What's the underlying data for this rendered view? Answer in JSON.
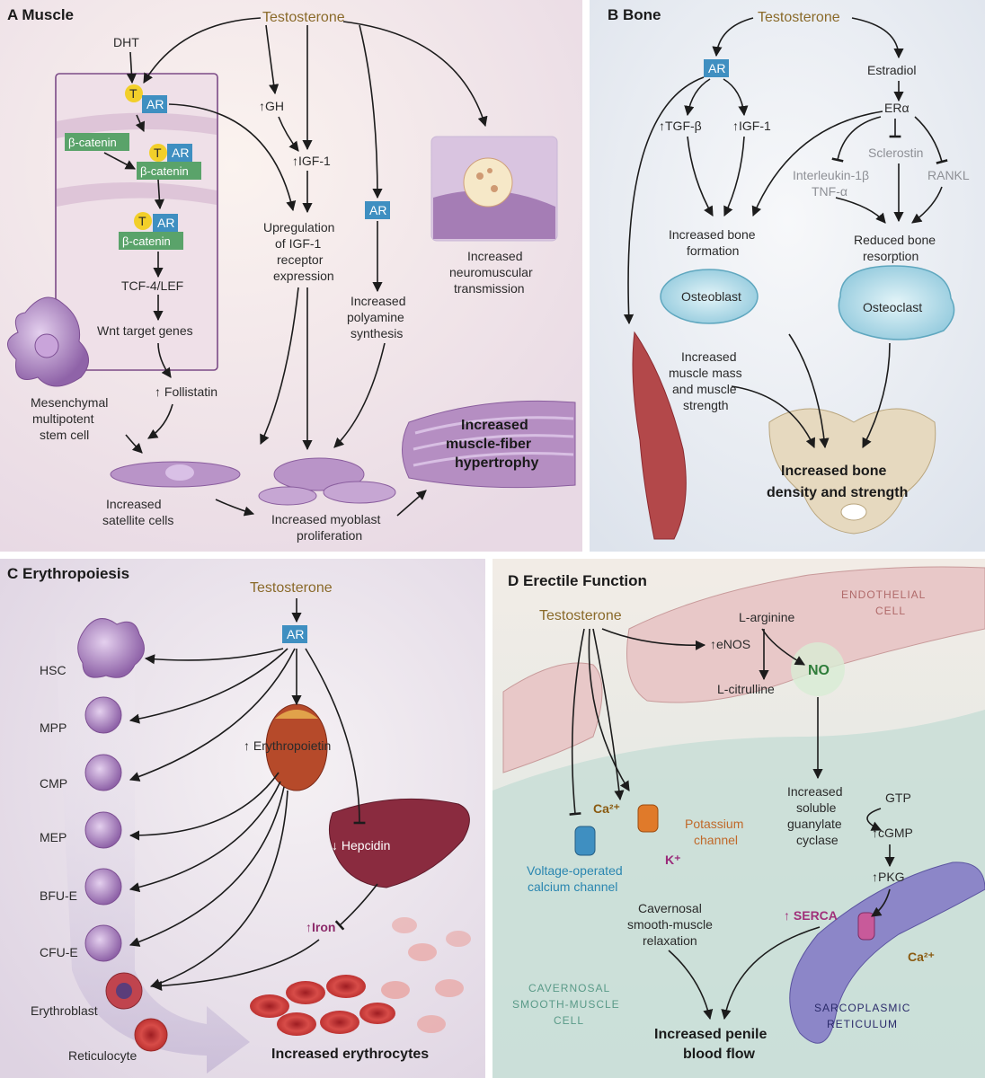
{
  "panels": {
    "muscle": {
      "title": "A  Muscle",
      "testosterone": "Testosterone",
      "dht": "DHT",
      "t": "T",
      "ar": "AR",
      "beta_catenin": "β-catenin",
      "tcf": "TCF-4/LEF",
      "wnt": "Wnt target genes",
      "follistatin": "↑ Follistatin",
      "mesenchymal": [
        "Mesenchymal",
        "multipotent",
        "stem cell"
      ],
      "gh": "↑GH",
      "igf1": "↑IGF-1",
      "upregulation": [
        "Upregulation",
        "of IGF-1",
        "receptor",
        "expression"
      ],
      "polyamine": [
        "Increased",
        "polyamine",
        "synthesis"
      ],
      "neuromuscular": [
        "Increased",
        "neuromuscular",
        "transmission"
      ],
      "satellite": [
        "Increased",
        "satellite cells"
      ],
      "myoblast": [
        "Increased myoblast",
        "proliferation"
      ],
      "hypertrophy": [
        "Increased",
        "muscle-fiber",
        "hypertrophy"
      ]
    },
    "bone": {
      "title": "B  Bone",
      "testosterone": "Testosterone",
      "ar": "AR",
      "estradiol": "Estradiol",
      "era": "ERα",
      "tgf": "↑TGF-β",
      "igf1": "↑IGF-1",
      "sclerostin": "Sclerostin",
      "interleukin": [
        "Interleukin-1β",
        "TNF-α"
      ],
      "rankl": "RANKL",
      "formation": [
        "Increased bone",
        "formation"
      ],
      "resorption": [
        "Reduced bone",
        "resorption"
      ],
      "osteoblast": "Osteoblast",
      "osteoclast": "Osteoclast",
      "muscle_mass": [
        "Increased",
        "muscle mass",
        "and muscle",
        "strength"
      ],
      "density": [
        "Increased bone",
        "density and strength"
      ]
    },
    "erythro": {
      "title": "C  Erythropoiesis",
      "testosterone": "Testosterone",
      "ar": "AR",
      "cells": [
        "HSC",
        "MPP",
        "CMP",
        "MEP",
        "BFU-E",
        "CFU-E"
      ],
      "erythroblast": "Erythroblast",
      "reticulocyte": "Reticulocyte",
      "erythropoietin": "↑ Erythropoietin",
      "hepcidin": "↓ Hepcidin",
      "iron": "↑Iron",
      "erythrocytes": "Increased erythrocytes"
    },
    "erectile": {
      "title": "D  Erectile Function",
      "testosterone": "Testosterone",
      "endothelial": [
        "ENDOTHELIAL",
        "CELL"
      ],
      "arginine": "L-arginine",
      "enos": "↑eNOS",
      "citrulline": "L-citrulline",
      "no": "NO",
      "soluble": [
        "Increased",
        "soluble",
        "guanylate",
        "cyclase"
      ],
      "gtp": "GTP",
      "cgmp": "↑cGMP",
      "pkg": "↑PKG",
      "serca": "↑ SERCA",
      "ca": "Ca²⁺",
      "k": "K⁺",
      "potassium": [
        "Potassium",
        "channel"
      ],
      "voltage": [
        "Voltage-operated",
        "calcium channel"
      ],
      "relaxation": [
        "Cavernosal",
        "smooth-muscle",
        "relaxation"
      ],
      "cavernosal_cell": [
        "CAVERNOSAL",
        "SMOOTH-MUSCLE",
        "CELL"
      ],
      "sarcoplasmic": [
        "SARCOPLASMIC",
        "RETICULUM"
      ],
      "penile": [
        "Increased penile",
        "blood flow"
      ]
    }
  },
  "colors": {
    "ar_box": "#3f8fc1",
    "beta_box": "#5aa36a",
    "t_circle": "#f2cf2a",
    "testosterone": "#8a6a2a",
    "muscle_bg": "#f3e6e6",
    "bone_bg": "#e9edf3",
    "erythro_bg": "#ece6ee",
    "erectile_bg": "#e6efec",
    "cell_purple": "#a782b6",
    "rbc_red": "#c83a3a",
    "serca_magenta": "#a0307a"
  }
}
